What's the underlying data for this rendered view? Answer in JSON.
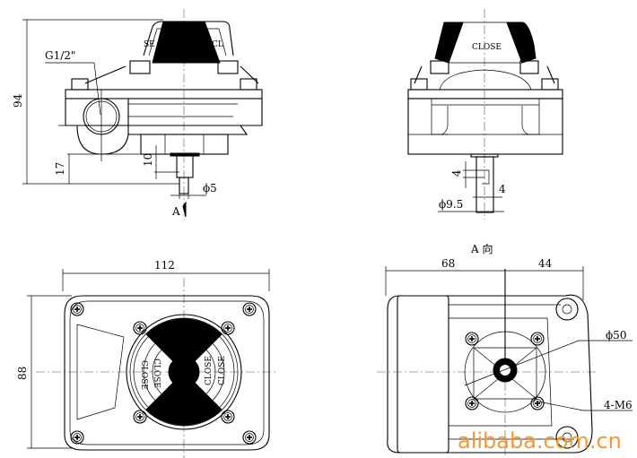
{
  "top_left_view": {
    "thread_label": "G1/2\"",
    "cap_left_text": "SE",
    "cap_right_text": "CL",
    "dim_height": "94",
    "dim_base": "17",
    "dim_stem": "10",
    "dim_shaft": "ϕ5",
    "view_arrow": "A"
  },
  "top_right_view": {
    "cap_text": "CLOSE",
    "dim_slot_depth": "4",
    "dim_slot_width": "4",
    "dim_shaft": "ϕ9.5"
  },
  "bottom_left_view": {
    "dim_width": "112",
    "dim_height": "88",
    "indicator_texts": [
      "CLOSE",
      "CLOSE",
      "CLOSE",
      "CLOSE"
    ]
  },
  "bottom_right_view": {
    "title": "A 向",
    "dim_left": "68",
    "dim_right": "44",
    "dim_circle": "ϕ50",
    "dim_bolts": "4-M6"
  },
  "watermark": "alibaba.com.cn"
}
